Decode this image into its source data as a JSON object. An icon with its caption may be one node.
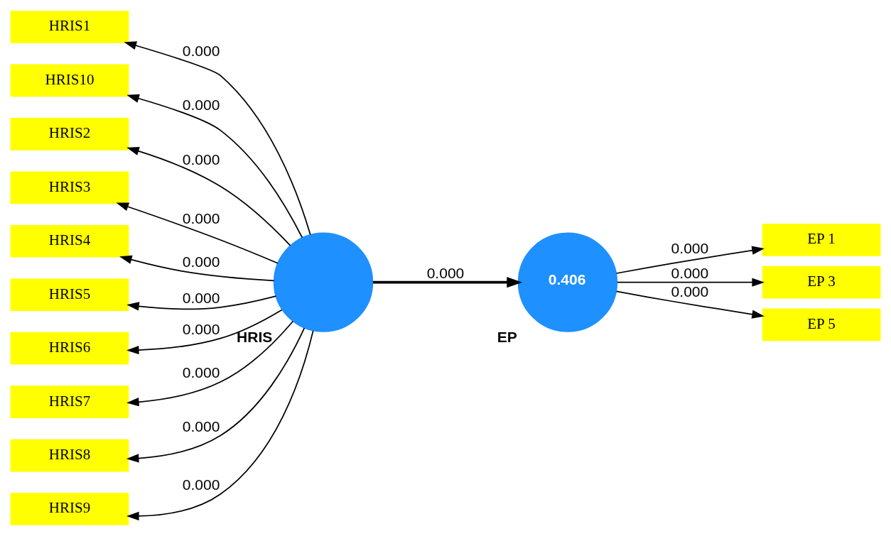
{
  "diagram": {
    "nodes": [
      {
        "text": [
          "HRIS1"
        ]
      },
      {
        "text": [
          "HRIS10"
        ]
      },
      {
        "text": [
          "HRIS2"
        ]
      },
      {
        "text": [
          "HRIS3"
        ]
      },
      {
        "text": [
          "HRIS4"
        ]
      },
      {
        "text": [
          "HRIS5"
        ]
      },
      {
        "text": [
          "HRIS6"
        ]
      },
      {
        "text": [
          "HRIS7"
        ]
      },
      {
        "text": [
          "HRIS8"
        ]
      },
      {
        "text": [
          "HRIS9"
        ]
      },
      {
        "text": [
          "HRIS"
        ]
      },
      {
        "text": [
          "0.406",
          "EP"
        ]
      },
      {
        "text": [
          "EP 1"
        ]
      },
      {
        "text": [
          "EP 3"
        ]
      },
      {
        "text": [
          "EP 5"
        ]
      }
    ],
    "edges": [
      {
        "from": 10,
        "to": 0,
        "arrow": "to",
        "label": "0.000"
      },
      {
        "from": 10,
        "to": 1,
        "arrow": "to",
        "label": "0.000"
      },
      {
        "from": 10,
        "to": 2,
        "arrow": "to",
        "label": "0.000"
      },
      {
        "from": 10,
        "to": 3,
        "arrow": "to",
        "label": "0.000"
      },
      {
        "from": 10,
        "to": 4,
        "arrow": "to",
        "label": "0.000"
      },
      {
        "from": 10,
        "to": 5,
        "arrow": "to",
        "label": "0.000"
      },
      {
        "from": 10,
        "to": 6,
        "arrow": "to",
        "label": "0.000"
      },
      {
        "from": 10,
        "to": 7,
        "arrow": "to",
        "label": "0.000"
      },
      {
        "from": 10,
        "to": 8,
        "arrow": "to",
        "label": "0.000"
      },
      {
        "from": 10,
        "to": 9,
        "arrow": "to",
        "label": "0.000"
      },
      {
        "from": 10,
        "to": 11,
        "arrow": "to",
        "label": "0.000",
        "style": "thick"
      },
      {
        "from": 11,
        "to": 12,
        "arrow": "to",
        "label": "0.000"
      },
      {
        "from": 11,
        "to": 13,
        "arrow": "to",
        "label": "0.000"
      },
      {
        "from": 11,
        "to": 14,
        "arrow": "to",
        "label": "0.000"
      }
    ]
  }
}
